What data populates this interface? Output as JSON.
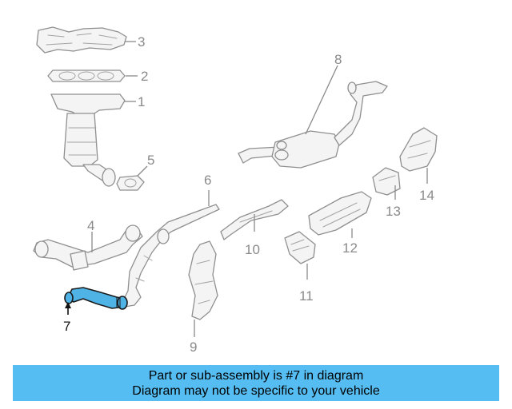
{
  "diagram": {
    "callouts": [
      "1",
      "2",
      "3",
      "4",
      "5",
      "6",
      "7",
      "8",
      "9",
      "10",
      "11",
      "12",
      "13",
      "14"
    ],
    "highlight_color": "#4fb3e6"
  },
  "banner": {
    "line1": "Part or sub-assembly is #7 in diagram",
    "line2": "Diagram may not be specific to your vehicle",
    "background": "#55bdf2"
  }
}
